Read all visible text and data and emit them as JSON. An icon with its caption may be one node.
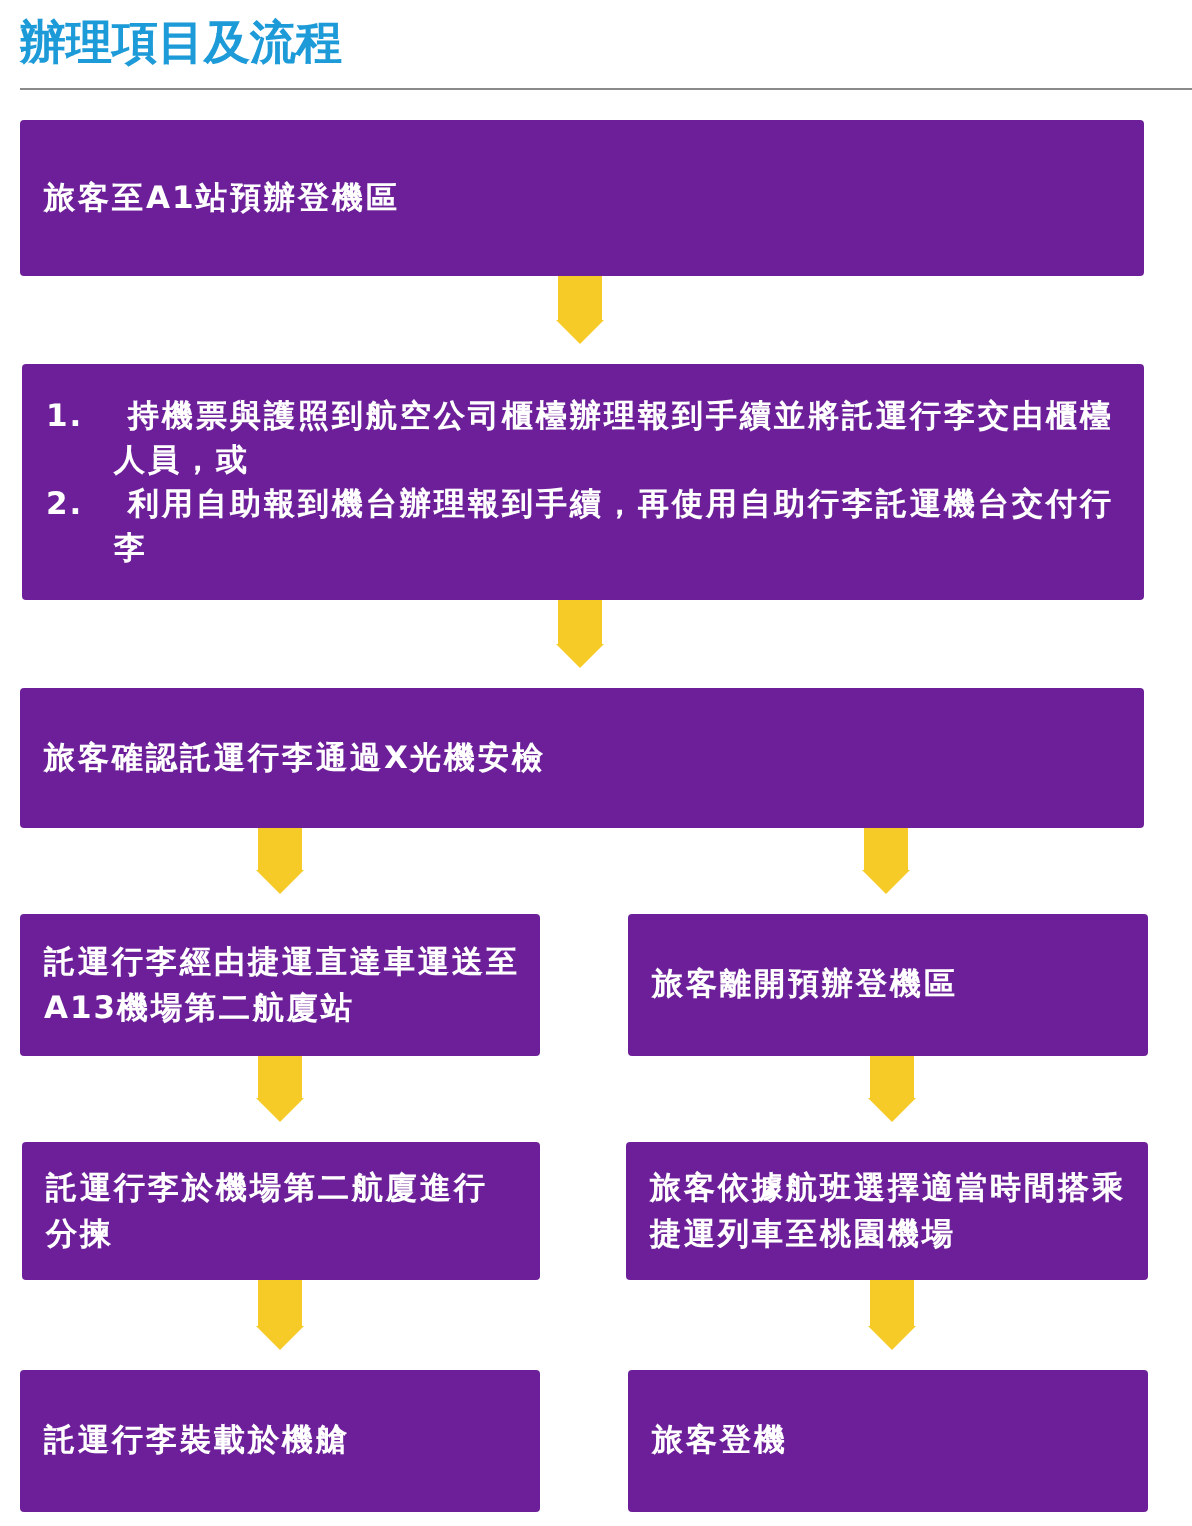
{
  "diagram": {
    "title": "辦理項目及流程",
    "nodes": [
      {
        "text": [
          "旅客至A1站預辦登機區"
        ]
      },
      {
        "text": [
          "1. 持機票與護照到航空公司櫃檯辦理報到手續並將託運行李交由櫃檯人員，或",
          "2. 利用自助報到機台辦理報到手續，再使用自助行李託運機台交付行李"
        ]
      },
      {
        "text": [
          "旅客確認託運行李通過X光機安檢"
        ]
      },
      {
        "text": [
          "託運行李經由捷運直達車運送至A13機場第二航廈站"
        ]
      },
      {
        "text": [
          "旅客離開預辦登機區"
        ]
      },
      {
        "text": [
          "託運行李於機場第二航廈進行分揀"
        ]
      },
      {
        "text": [
          "旅客依據航班選擇適當時間搭乘捷運列車至桃園機場"
        ]
      },
      {
        "text": [
          "託運行李裝載於機艙"
        ]
      },
      {
        "text": [
          "旅客登機"
        ]
      }
    ],
    "edges": [
      {
        "from": 0,
        "to": 1,
        "arrow": "to"
      },
      {
        "from": 1,
        "to": 2,
        "arrow": "to"
      },
      {
        "from": 2,
        "to": 3,
        "arrow": "to"
      },
      {
        "from": 2,
        "to": 4,
        "arrow": "to"
      },
      {
        "from": 3,
        "to": 5,
        "arrow": "to"
      },
      {
        "from": 4,
        "to": 6,
        "arrow": "to"
      },
      {
        "from": 5,
        "to": 7,
        "arrow": "to"
      },
      {
        "from": 6,
        "to": 8,
        "arrow": "to"
      }
    ]
  }
}
